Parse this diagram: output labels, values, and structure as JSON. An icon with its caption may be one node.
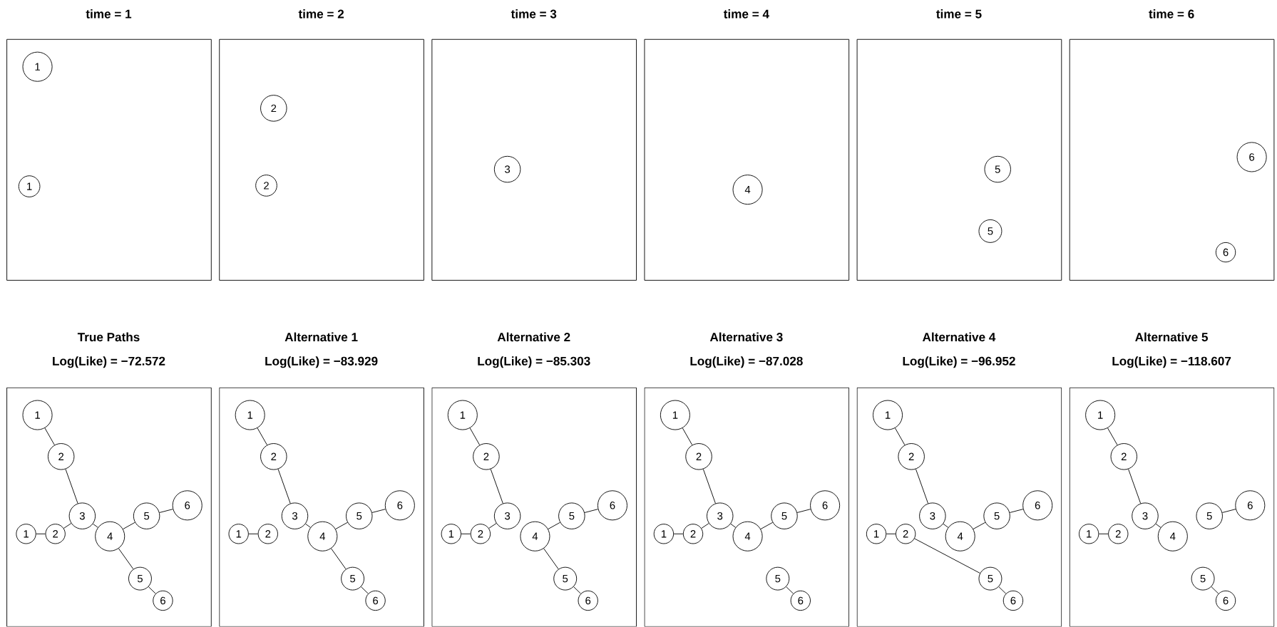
{
  "diagram": {
    "nodes": [
      {
        "text": [
          "time = 1"
        ]
      },
      {
        "text": [
          "1"
        ],
        "in": 0
      },
      {
        "text": [
          "1"
        ],
        "in": 0
      },
      {
        "text": [
          "time = 2"
        ]
      },
      {
        "text": [
          "2"
        ],
        "in": 3
      },
      {
        "text": [
          "2"
        ],
        "in": 3
      },
      {
        "text": [
          "time = 3"
        ]
      },
      {
        "text": [
          "3"
        ],
        "in": 6
      },
      {
        "text": [
          "time = 4"
        ]
      },
      {
        "text": [
          "4"
        ],
        "in": 8
      },
      {
        "text": [
          "time = 5"
        ]
      },
      {
        "text": [
          "5"
        ],
        "in": 10
      },
      {
        "text": [
          "5"
        ],
        "in": 10
      },
      {
        "text": [
          "time = 6"
        ]
      },
      {
        "text": [
          "6"
        ],
        "in": 13
      },
      {
        "text": [
          "6"
        ],
        "in": 13
      },
      {
        "text": [
          "True Paths",
          "Log(Like) = −72.572"
        ]
      },
      {
        "text": [
          "1"
        ],
        "in": 16
      },
      {
        "text": [
          "2"
        ],
        "in": 16
      },
      {
        "text": [
          "3"
        ],
        "in": 16
      },
      {
        "text": [
          "4"
        ],
        "in": 16
      },
      {
        "text": [
          "5"
        ],
        "in": 16
      },
      {
        "text": [
          "6"
        ],
        "in": 16
      },
      {
        "text": [
          "1"
        ],
        "in": 16
      },
      {
        "text": [
          "2"
        ],
        "in": 16
      },
      {
        "text": [
          "5"
        ],
        "in": 16
      },
      {
        "text": [
          "6"
        ],
        "in": 16
      },
      {
        "text": [
          "Alternative 1",
          "Log(Like) = −83.929"
        ]
      },
      {
        "text": [
          "1"
        ],
        "in": 27
      },
      {
        "text": [
          "2"
        ],
        "in": 27
      },
      {
        "text": [
          "3"
        ],
        "in": 27
      },
      {
        "text": [
          "4"
        ],
        "in": 27
      },
      {
        "text": [
          "5"
        ],
        "in": 27
      },
      {
        "text": [
          "6"
        ],
        "in": 27
      },
      {
        "text": [
          "1"
        ],
        "in": 27
      },
      {
        "text": [
          "2"
        ],
        "in": 27
      },
      {
        "text": [
          "5"
        ],
        "in": 27
      },
      {
        "text": [
          "6"
        ],
        "in": 27
      },
      {
        "text": [
          "Alternative 2",
          "Log(Like) = −85.303"
        ]
      },
      {
        "text": [
          "1"
        ],
        "in": 38
      },
      {
        "text": [
          "2"
        ],
        "in": 38
      },
      {
        "text": [
          "3"
        ],
        "in": 38
      },
      {
        "text": [
          "4"
        ],
        "in": 38
      },
      {
        "text": [
          "5"
        ],
        "in": 38
      },
      {
        "text": [
          "6"
        ],
        "in": 38
      },
      {
        "text": [
          "1"
        ],
        "in": 38
      },
      {
        "text": [
          "2"
        ],
        "in": 38
      },
      {
        "text": [
          "5"
        ],
        "in": 38
      },
      {
        "text": [
          "6"
        ],
        "in": 38
      },
      {
        "text": [
          "Alternative 3",
          "Log(Like) = −87.028"
        ]
      },
      {
        "text": [
          "1"
        ],
        "in": 49
      },
      {
        "text": [
          "2"
        ],
        "in": 49
      },
      {
        "text": [
          "3"
        ],
        "in": 49
      },
      {
        "text": [
          "4"
        ],
        "in": 49
      },
      {
        "text": [
          "5"
        ],
        "in": 49
      },
      {
        "text": [
          "6"
        ],
        "in": 49
      },
      {
        "text": [
          "1"
        ],
        "in": 49
      },
      {
        "text": [
          "2"
        ],
        "in": 49
      },
      {
        "text": [
          "5"
        ],
        "in": 49
      },
      {
        "text": [
          "6"
        ],
        "in": 49
      },
      {
        "text": [
          "Alternative 4",
          "Log(Like) = −96.952"
        ]
      },
      {
        "text": [
          "1"
        ],
        "in": 60
      },
      {
        "text": [
          "2"
        ],
        "in": 60
      },
      {
        "text": [
          "3"
        ],
        "in": 60
      },
      {
        "text": [
          "4"
        ],
        "in": 60
      },
      {
        "text": [
          "5"
        ],
        "in": 60
      },
      {
        "text": [
          "6"
        ],
        "in": 60
      },
      {
        "text": [
          "1"
        ],
        "in": 60
      },
      {
        "text": [
          "2"
        ],
        "in": 60
      },
      {
        "text": [
          "5"
        ],
        "in": 60
      },
      {
        "text": [
          "6"
        ],
        "in": 60
      },
      {
        "text": [
          "Alternative 5",
          "Log(Like) = −118.607"
        ]
      },
      {
        "text": [
          "1"
        ],
        "in": 71
      },
      {
        "text": [
          "2"
        ],
        "in": 71
      },
      {
        "text": [
          "3"
        ],
        "in": 71
      },
      {
        "text": [
          "4"
        ],
        "in": 71
      },
      {
        "text": [
          "5"
        ],
        "in": 71
      },
      {
        "text": [
          "6"
        ],
        "in": 71
      },
      {
        "text": [
          "1"
        ],
        "in": 71
      },
      {
        "text": [
          "2"
        ],
        "in": 71
      },
      {
        "text": [
          "5"
        ],
        "in": 71
      },
      {
        "text": [
          "6"
        ],
        "in": 71
      }
    ],
    "edges": [
      {
        "from": 17,
        "to": 18,
        "arrow": "none"
      },
      {
        "from": 18,
        "to": 19,
        "arrow": "none"
      },
      {
        "from": 23,
        "to": 24,
        "arrow": "none"
      },
      {
        "from": 24,
        "to": 19,
        "arrow": "none"
      },
      {
        "from": 19,
        "to": 20,
        "arrow": "none"
      },
      {
        "from": 20,
        "to": 21,
        "arrow": "none"
      },
      {
        "from": 21,
        "to": 22,
        "arrow": "none"
      },
      {
        "from": 20,
        "to": 25,
        "arrow": "none"
      },
      {
        "from": 25,
        "to": 26,
        "arrow": "none"
      },
      {
        "from": 28,
        "to": 29,
        "arrow": "none"
      },
      {
        "from": 29,
        "to": 30,
        "arrow": "none"
      },
      {
        "from": 30,
        "to": 31,
        "arrow": "none"
      },
      {
        "from": 31,
        "to": 32,
        "arrow": "none"
      },
      {
        "from": 32,
        "to": 33,
        "arrow": "none"
      },
      {
        "from": 34,
        "to": 35,
        "arrow": "none"
      },
      {
        "from": 31,
        "to": 36,
        "arrow": "none"
      },
      {
        "from": 36,
        "to": 37,
        "arrow": "none"
      },
      {
        "from": 39,
        "to": 40,
        "arrow": "none"
      },
      {
        "from": 40,
        "to": 41,
        "arrow": "none"
      },
      {
        "from": 45,
        "to": 46,
        "arrow": "none"
      },
      {
        "from": 46,
        "to": 41,
        "arrow": "none"
      },
      {
        "from": 42,
        "to": 43,
        "arrow": "none"
      },
      {
        "from": 43,
        "to": 44,
        "arrow": "none"
      },
      {
        "from": 42,
        "to": 47,
        "arrow": "none"
      },
      {
        "from": 47,
        "to": 48,
        "arrow": "none"
      },
      {
        "from": 50,
        "to": 51,
        "arrow": "none"
      },
      {
        "from": 51,
        "to": 52,
        "arrow": "none"
      },
      {
        "from": 56,
        "to": 57,
        "arrow": "none"
      },
      {
        "from": 57,
        "to": 52,
        "arrow": "none"
      },
      {
        "from": 52,
        "to": 53,
        "arrow": "none"
      },
      {
        "from": 53,
        "to": 54,
        "arrow": "none"
      },
      {
        "from": 54,
        "to": 55,
        "arrow": "none"
      },
      {
        "from": 58,
        "to": 59,
        "arrow": "none"
      },
      {
        "from": 61,
        "to": 62,
        "arrow": "none"
      },
      {
        "from": 62,
        "to": 63,
        "arrow": "none"
      },
      {
        "from": 63,
        "to": 64,
        "arrow": "none"
      },
      {
        "from": 64,
        "to": 65,
        "arrow": "none"
      },
      {
        "from": 65,
        "to": 66,
        "arrow": "none"
      },
      {
        "from": 67,
        "to": 68,
        "arrow": "none"
      },
      {
        "from": 68,
        "to": 69,
        "arrow": "none"
      },
      {
        "from": 69,
        "to": 70,
        "arrow": "none"
      },
      {
        "from": 72,
        "to": 73,
        "arrow": "none"
      },
      {
        "from": 73,
        "to": 74,
        "arrow": "none"
      },
      {
        "from": 74,
        "to": 75,
        "arrow": "none"
      },
      {
        "from": 78,
        "to": 79,
        "arrow": "none"
      },
      {
        "from": 76,
        "to": 77,
        "arrow": "none"
      },
      {
        "from": 80,
        "to": 81,
        "arrow": "none"
      }
    ]
  }
}
